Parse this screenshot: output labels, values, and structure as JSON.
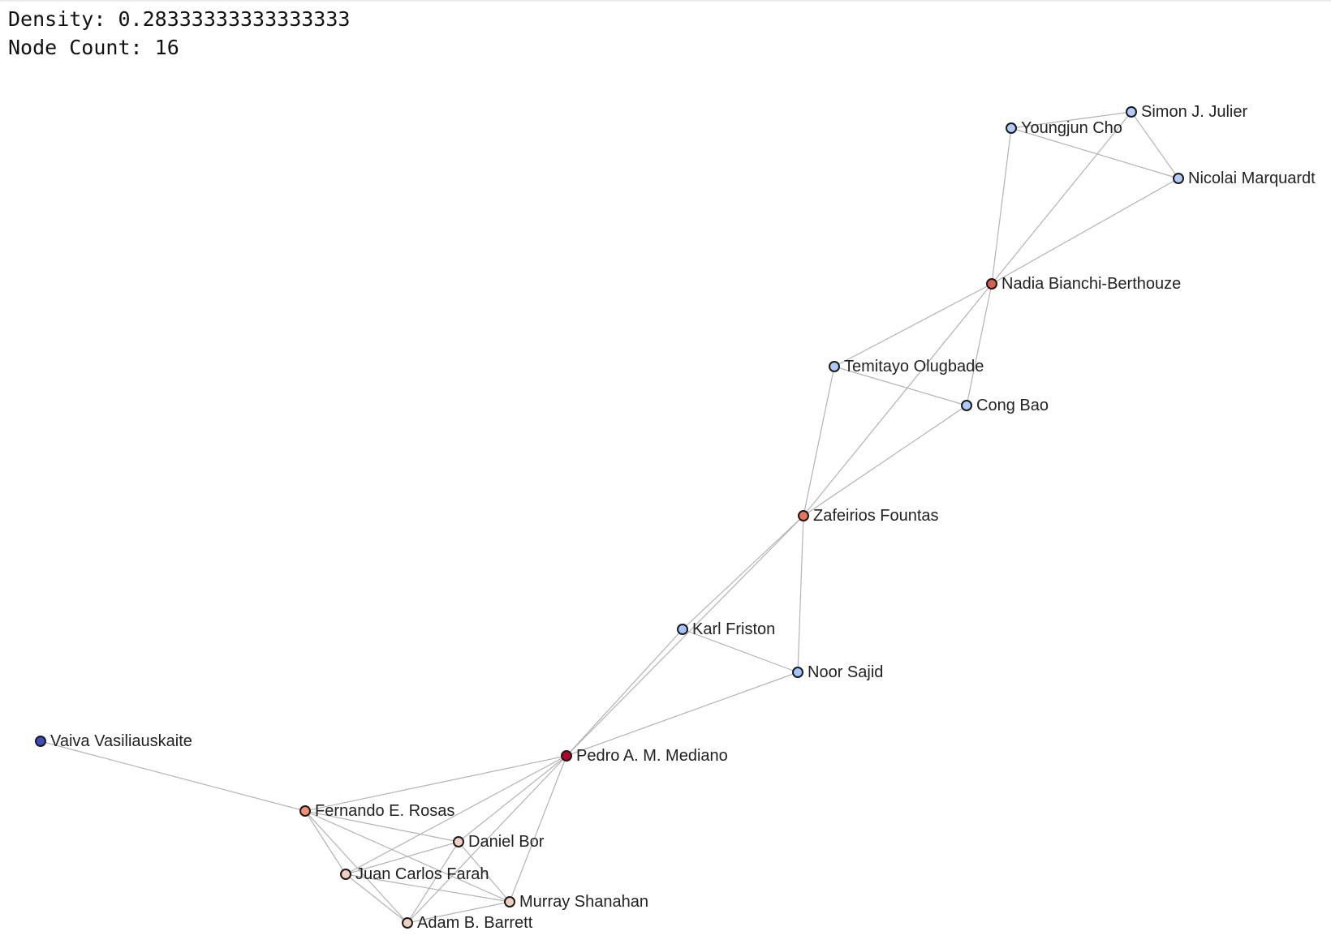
{
  "stats": {
    "density_label": "Density:",
    "density_value": "0.28333333333333333",
    "node_count_label": "Node Count:",
    "node_count_value": "16"
  },
  "graph": {
    "nodes": [
      {
        "id": "sjj",
        "label": "Simon J. Julier",
        "color": "#b2ccfb"
      },
      {
        "id": "yc",
        "label": "Youngjun Cho",
        "color": "#b2ccfb"
      },
      {
        "id": "nm",
        "label": "Nicolai Marquardt",
        "color": "#b2ccfb"
      },
      {
        "id": "nbb",
        "label": "Nadia Bianchi-Berthouze",
        "color": "#dd5f4b"
      },
      {
        "id": "to",
        "label": "Temitayo Olugbade",
        "color": "#aec9fc"
      },
      {
        "id": "cb",
        "label": "Cong Bao",
        "color": "#aec9fc"
      },
      {
        "id": "zf",
        "label": "Zafeirios Fountas",
        "color": "#e7745b"
      },
      {
        "id": "kf",
        "label": "Karl Friston",
        "color": "#a5c3fe"
      },
      {
        "id": "ns",
        "label": "Noor Sajid",
        "color": "#a5c3fe"
      },
      {
        "id": "vv",
        "label": "Vaiva Vasiliauskaite",
        "color": "#3b4cc0"
      },
      {
        "id": "pm",
        "label": "Pedro A. M. Mediano",
        "color": "#b40426"
      },
      {
        "id": "fr",
        "label": "Fernando E. Rosas",
        "color": "#f29274"
      },
      {
        "id": "db",
        "label": "Daniel Bor",
        "color": "#efcfbf"
      },
      {
        "id": "jcf",
        "label": "Juan Carlos Farah",
        "color": "#efcfbf"
      },
      {
        "id": "ms",
        "label": "Murray Shanahan",
        "color": "#efcfbf"
      },
      {
        "id": "ab",
        "label": "Adam B. Barrett",
        "color": "#efcfbf"
      }
    ],
    "edges": [
      [
        "sjj",
        "yc"
      ],
      [
        "sjj",
        "nm"
      ],
      [
        "sjj",
        "nbb"
      ],
      [
        "yc",
        "nm"
      ],
      [
        "yc",
        "nbb"
      ],
      [
        "nm",
        "nbb"
      ],
      [
        "nbb",
        "to"
      ],
      [
        "nbb",
        "cb"
      ],
      [
        "nbb",
        "zf"
      ],
      [
        "to",
        "cb"
      ],
      [
        "to",
        "zf"
      ],
      [
        "cb",
        "zf"
      ],
      [
        "zf",
        "kf"
      ],
      [
        "zf",
        "ns"
      ],
      [
        "zf",
        "pm"
      ],
      [
        "kf",
        "ns"
      ],
      [
        "kf",
        "pm"
      ],
      [
        "ns",
        "pm"
      ],
      [
        "vv",
        "fr"
      ],
      [
        "pm",
        "fr"
      ],
      [
        "pm",
        "db"
      ],
      [
        "pm",
        "jcf"
      ],
      [
        "pm",
        "ms"
      ],
      [
        "pm",
        "ab"
      ],
      [
        "fr",
        "db"
      ],
      [
        "fr",
        "jcf"
      ],
      [
        "fr",
        "ms"
      ],
      [
        "fr",
        "ab"
      ],
      [
        "db",
        "jcf"
      ],
      [
        "db",
        "ms"
      ],
      [
        "db",
        "ab"
      ],
      [
        "jcf",
        "ms"
      ],
      [
        "jcf",
        "ab"
      ],
      [
        "ms",
        "ab"
      ]
    ]
  }
}
